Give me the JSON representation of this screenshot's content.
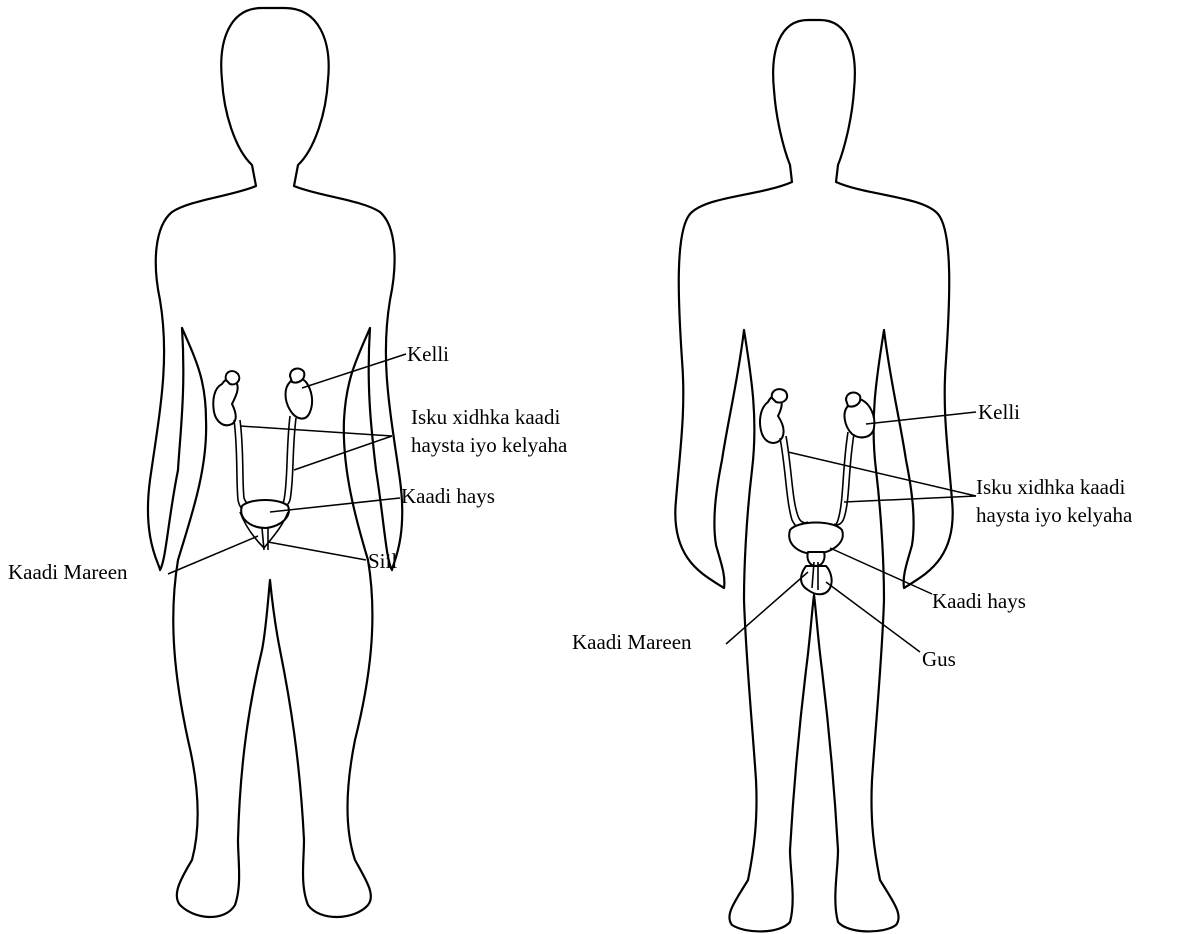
{
  "female": {
    "kidney_label": "Kelli",
    "ureter_label_line1": "Isku xidhka kaadi",
    "ureter_label_line2": "haysta iyo kelyaha",
    "bladder_label": "Kaadi hays",
    "urethra_label": "Kaadi Mareen",
    "vagina_label": "Siil"
  },
  "male": {
    "kidney_label": "Kelli",
    "ureter_label_line1": "Isku xidhka kaadi",
    "ureter_label_line2": "haysta iyo kelyaha",
    "bladder_label": "Kaadi hays",
    "urethra_label": "Kaadi Mareen",
    "penis_label": "Gus"
  },
  "colors": {
    "line": "#000000",
    "background": "#ffffff"
  }
}
